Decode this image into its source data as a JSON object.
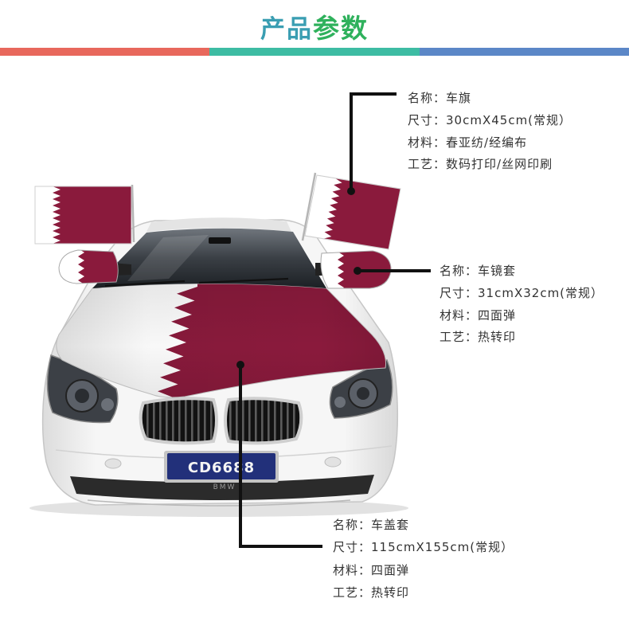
{
  "header": {
    "title_part1": "产品",
    "title_part2": "参数"
  },
  "colors": {
    "title_part1": "#3a9eb2",
    "title_part2": "#2fb15c",
    "bar_left": "#e8685c",
    "bar_middle": "#3dbca3",
    "bar_right": "#5b87c7",
    "flag_maroon": "#8a1a3c",
    "flag_white": "#ffffff",
    "plate_blue": "#22307a",
    "spec_text": "#333333",
    "leader_line": "#111111"
  },
  "car": {
    "license_plate": "CD6688",
    "plate_frame_text": "BMW"
  },
  "specs": [
    {
      "lines": [
        {
          "label": "名称：",
          "value": "车旗"
        },
        {
          "label": "尺寸：",
          "value": "30cmX45cm(常规）"
        },
        {
          "label": "材料：",
          "value": "春亚纺/经编布"
        },
        {
          "label": "工艺：",
          "value": "数码打印/丝网印刷"
        }
      ]
    },
    {
      "lines": [
        {
          "label": "名称：",
          "value": "车镜套"
        },
        {
          "label": "尺寸：",
          "value": "31cmX32cm(常规）"
        },
        {
          "label": "材料：",
          "value": "四面弹"
        },
        {
          "label": "工艺：",
          "value": "热转印"
        }
      ]
    },
    {
      "lines": [
        {
          "label": "名称：",
          "value": "车盖套"
        },
        {
          "label": "尺寸：",
          "value": "115cmX155cm(常规）"
        },
        {
          "label": "材料：",
          "value": "四面弹"
        },
        {
          "label": "工艺：",
          "value": "热转印"
        }
      ]
    }
  ]
}
